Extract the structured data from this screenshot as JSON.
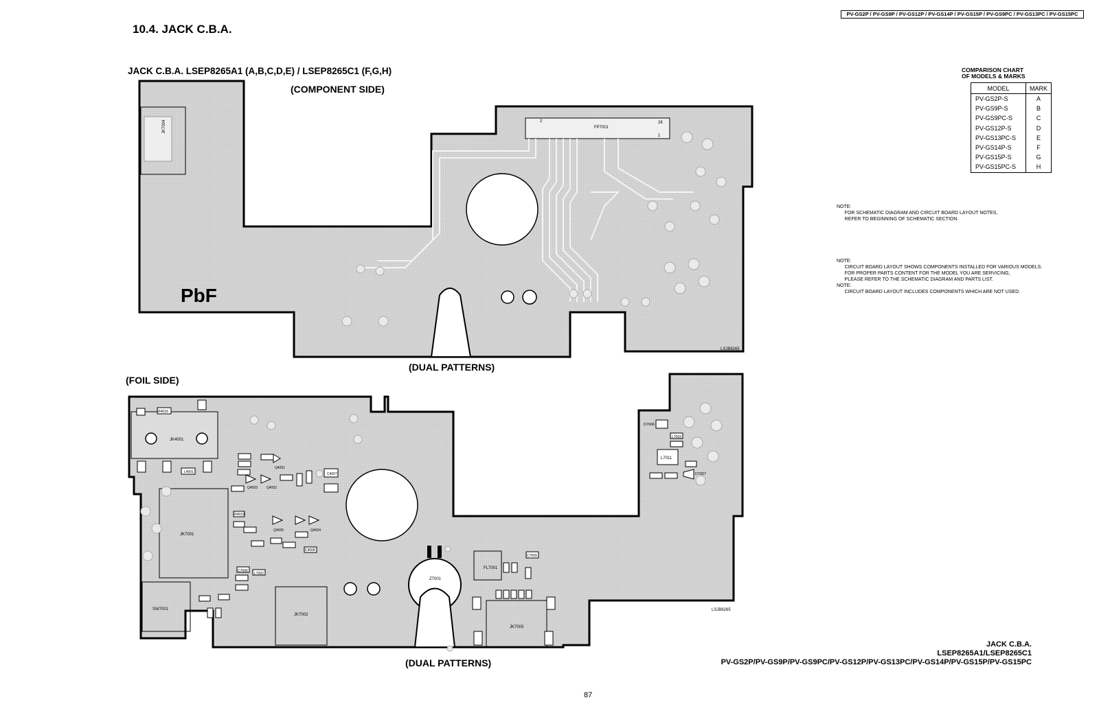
{
  "header": {
    "models_line": "PV-GS2P / PV-GS9P / PV-GS12P / PV-GS14P / PV-GS15P / PV-GS9PC / PV-GS13PC / PV-GS15PC"
  },
  "section_title": "10.4.   JACK C.B.A.",
  "board_title": "JACK  C.B.A.  LSEP8265A1 (A,B,C,D,E) / LSEP8265C1 (F,G,H)",
  "component_side": {
    "label": "(COMPONENT SIDE)",
    "dual_label": "(DUAL PATTERNS)",
    "pbf_mark": "PbF",
    "board_code": "LSJB8265",
    "connector_label": "FP7001",
    "pin_28": "28",
    "pin_1": "1",
    "pin_2": "2",
    "jack_label": "JK7004"
  },
  "foil_side": {
    "label": "(FOIL SIDE)",
    "dual_label": "(DUAL PATTERNS)",
    "board_code": "LSJB8265",
    "components": {
      "jk4001": "JK4001",
      "jk7001": "JK7001",
      "jk7002": "JK7002",
      "jk7003": "JK7003",
      "sw7001": "SW7001",
      "z7001": "Z7001",
      "fl7001": "FL7001",
      "l7011": "L7011",
      "d7006": "D7006",
      "d7007": "D7007",
      "q4001": "Q4001",
      "q4002": "Q4002",
      "q4003": "Q4003",
      "q4004": "Q4004",
      "q4005": "Q4005",
      "c4007": "C4007",
      "c4008": "C4008",
      "r4018": "R4018",
      "r4019": "R4019",
      "l4001": "L4001",
      "l7002": "L7002",
      "l7003": "L7003",
      "c7006": "C7006",
      "c7009": "C7009"
    }
  },
  "comparison_chart": {
    "title_line1": "COMPARISON CHART",
    "title_line2": "OF MODELS & MARKS",
    "col_model": "MODEL",
    "col_mark": "MARK",
    "rows": [
      {
        "model": "PV-GS2P-S",
        "mark": "A"
      },
      {
        "model": "PV-GS9P-S",
        "mark": "B"
      },
      {
        "model": "PV-GS9PC-S",
        "mark": "C"
      },
      {
        "model": "PV-GS12P-S",
        "mark": "D"
      },
      {
        "model": "PV-GS13PC-S",
        "mark": "E"
      },
      {
        "model": "PV-GS14P-S",
        "mark": "F"
      },
      {
        "model": "PV-GS15P-S",
        "mark": "G"
      },
      {
        "model": "PV-GS15PC-S",
        "mark": "H"
      }
    ]
  },
  "notes": {
    "note1": "NOTE:\n      FOR SCHEMATIC DIAGRAM AND CIRCUIT BOARD LAYOUT NOTES,\n      REFER TO BEGINNING OF SCHEMATIC SECTION.",
    "note2": "NOTE:\n      CIRCUIT BOARD LAYOUT SHOWS COMPONENTS INSTALLED FOR VARIOUS MODELS.\n      FOR PROPER PARTS CONTENT FOR THE MODEL YOU ARE SERVICING,\n      PLEASE REFER TO THE SCHEMATIC DIAGRAM AND PARTS LIST.\nNOTE:\n      CIRCUIT BOARD LAYOUT INCLUDES COMPONENTS WHICH ARE NOT USED."
  },
  "footer": {
    "line1": "JACK C.B.A.",
    "line2": "LSEP8265A1/LSEP8265C1",
    "line3": "PV-GS2P/PV-GS9P/PV-GS9PC/PV-GS12P/PV-GS13PC/PV-GS14P/PV-GS15P/PV-GS15PC"
  },
  "page_number": "87",
  "colors": {
    "board_fill": "#d4d4d4",
    "board_stroke": "#000000",
    "trace": "#f2f2f2"
  }
}
